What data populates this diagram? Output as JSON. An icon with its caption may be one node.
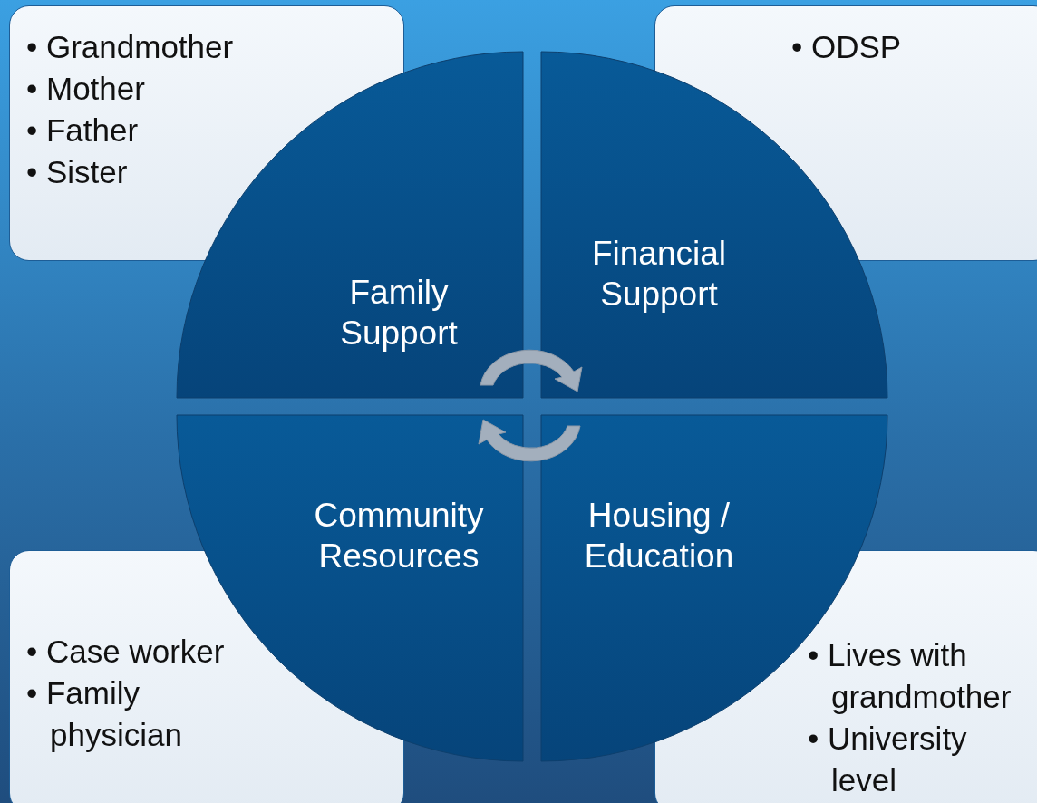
{
  "diagram": {
    "nodes": [
      {
        "text": [
          "• Grandmother",
          "• Mother",
          "• Father",
          "• Sister"
        ]
      },
      {
        "text": [
          "• ODSP"
        ]
      },
      {
        "text": [
          "Family Support"
        ]
      },
      {
        "text": [
          "Financial Support"
        ]
      },
      {
        "text": [
          "Community Resources"
        ]
      },
      {
        "text": [
          "Housing / Education"
        ]
      },
      {
        "text": [
          "• Case worker",
          "• Family physician"
        ]
      },
      {
        "text": [
          "• Lives with grandmother",
          "• University level"
        ]
      }
    ]
  }
}
